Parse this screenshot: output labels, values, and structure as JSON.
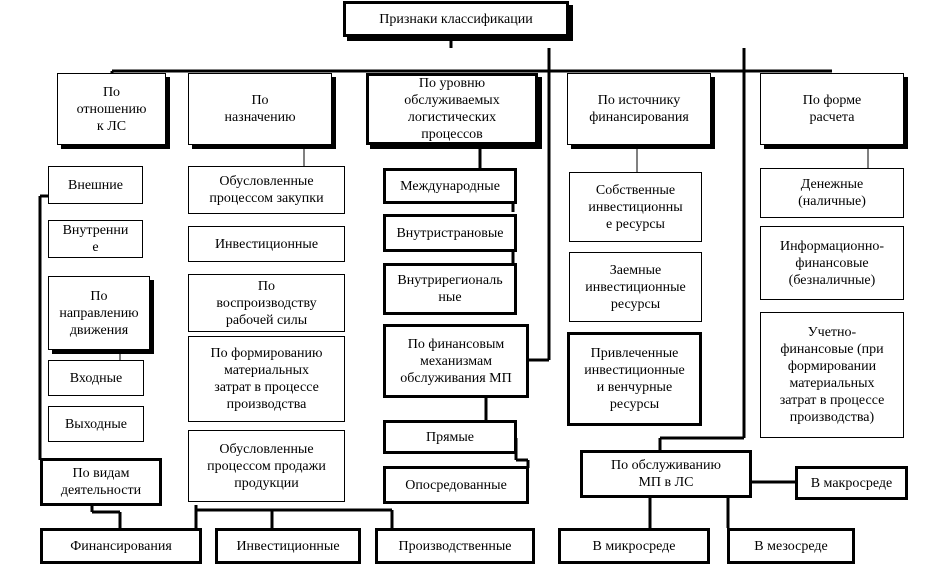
{
  "diagram": {
    "root": "Признаки классификации",
    "categories": {
      "relation_ls": "По\nотношению\nк ЛС",
      "purpose": "По\nназначению",
      "service_level": "По уровню\nобслуживаемых\nлогистических\nпроцессов",
      "financing_source": "По источнику\nфинансирования",
      "payment_form": "По форме\nрасчета"
    },
    "relation_ls_items": [
      "Внешние",
      "Внутренни\nе"
    ],
    "direction": {
      "title": "По\nнаправлению\nдвижения",
      "items": [
        "Входные",
        "Выходные"
      ]
    },
    "activity": {
      "title": "По видам\nдеятельности",
      "items": [
        "Финансирования",
        "Инвестиционные",
        "Производственные"
      ]
    },
    "purpose_items": [
      "Обусловленные\nпроцессом закупки",
      "Инвестиционные",
      "По\nвоспроизводству\nрабочей силы",
      "По формированию\nматериальных\nзатрат в процессе\nпроизводства",
      "Обусловленные\nпроцессом продажи\nпродукции"
    ],
    "service_level_items": [
      "Международные",
      "Внутристрановые",
      "Внутрирегиональ\nные"
    ],
    "mechanisms": {
      "title": "По финансовым\nмеханизмам\nобслуживания МП",
      "items": [
        "Прямые",
        "Опосредованные"
      ]
    },
    "financing_source_items": [
      "Собственные\nинвестиционны\nе ресурсы",
      "Заемные\nинвестиционные\nресурсы",
      "Привлеченные\nинвестиционные\nи венчурные\nресурсы"
    ],
    "payment_form_items": [
      "Денежные\n(наличные)",
      "Информационно-\nфинансовые\n(безналичные)",
      "Учетно-\nфинансовые (при\nформировании\nматериальных\nзатрат в процессе\nпроизводства)"
    ],
    "servicing": {
      "title": "По обслуживанию\nМП в ЛС",
      "items": [
        "В микросреде",
        "В мезосреде",
        "В макросреде"
      ]
    }
  }
}
